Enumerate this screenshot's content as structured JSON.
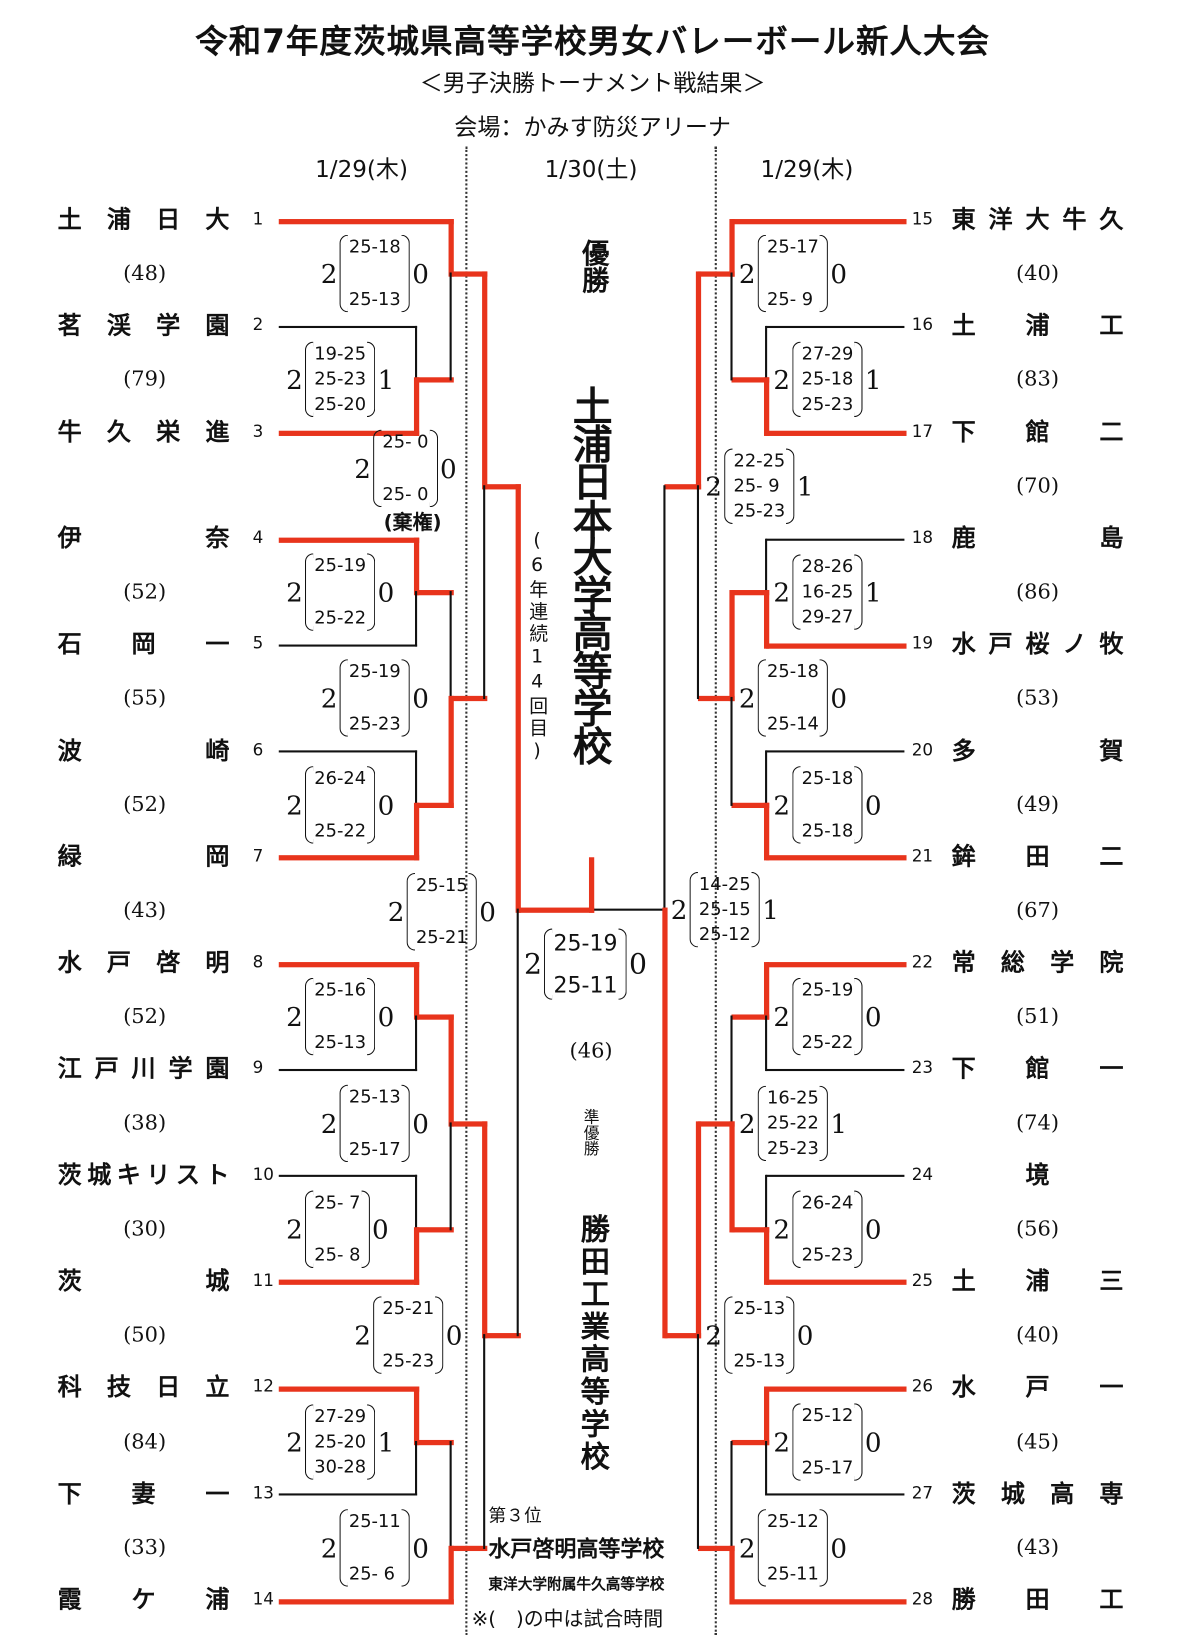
{
  "header": {
    "title": "令和7年度茨城県高等学校男女バレーボール新人大会",
    "subtitle": "＜男子決勝トーナメント戦結果＞",
    "venue": "会場：かみす防災アリーナ",
    "dates": [
      "1/29(木)",
      "1/30(土)",
      "1/29(木)"
    ]
  },
  "colors": {
    "winner_line": "#e8341c",
    "line": "#111111"
  },
  "left_teams": [
    {
      "seed": "1",
      "name": "土浦日大"
    },
    {
      "seed": "2",
      "name": "茗渓学園"
    },
    {
      "seed": "3",
      "name": "牛久栄進"
    },
    {
      "seed": "4",
      "name": "伊奈"
    },
    {
      "seed": "5",
      "name": "石岡一"
    },
    {
      "seed": "6",
      "name": "波崎"
    },
    {
      "seed": "7",
      "name": "緑岡"
    },
    {
      "seed": "8",
      "name": "水戸啓明"
    },
    {
      "seed": "9",
      "name": "江戸川学園"
    },
    {
      "seed": "10",
      "name": "茨城キリスト"
    },
    {
      "seed": "11",
      "name": "茨城"
    },
    {
      "seed": "12",
      "name": "科技日立"
    },
    {
      "seed": "13",
      "name": "下妻一"
    },
    {
      "seed": "14",
      "name": "霞ケ浦"
    }
  ],
  "right_teams": [
    {
      "seed": "15",
      "name": "東洋大牛久"
    },
    {
      "seed": "16",
      "name": "土浦工"
    },
    {
      "seed": "17",
      "name": "下館二"
    },
    {
      "seed": "18",
      "name": "鹿島"
    },
    {
      "seed": "19",
      "name": "水戸桜ノ牧"
    },
    {
      "seed": "20",
      "name": "多賀"
    },
    {
      "seed": "21",
      "name": "鉾田二"
    },
    {
      "seed": "22",
      "name": "常総学院"
    },
    {
      "seed": "23",
      "name": "下館一"
    },
    {
      "seed": "24",
      "name": "境"
    },
    {
      "seed": "25",
      "name": "土浦三"
    },
    {
      "seed": "26",
      "name": "水戸一"
    },
    {
      "seed": "27",
      "name": "茨城高専"
    },
    {
      "seed": "28",
      "name": "勝田工"
    }
  ],
  "left_times": [
    "(48)",
    "(79)",
    "(52)",
    "(55)",
    "(52)",
    "(43)",
    "(52)",
    "(38)",
    "(30)",
    "(50)",
    "(84)",
    "(33)"
  ],
  "right_times": [
    "(40)",
    "(83)",
    "(70)",
    "(86)",
    "(53)",
    "(49)",
    "(67)",
    "(51)",
    "(74)",
    "(56)",
    "(40)",
    "(45)",
    "(43)"
  ],
  "matches": [
    {
      "w": "2",
      "sets": [
        "25-18",
        "25-13"
      ],
      "l": "0"
    },
    {
      "w": "2",
      "sets": [
        "19-25",
        "25-23",
        "25-20"
      ],
      "l": "1"
    },
    {
      "w": "2",
      "sets": [
        "25- 0",
        "25- 0"
      ],
      "l": "0",
      "note": "(棄権)"
    },
    {
      "w": "2",
      "sets": [
        "25-19",
        "25-22"
      ],
      "l": "0"
    },
    {
      "w": "2",
      "sets": [
        "25-19",
        "25-23"
      ],
      "l": "0"
    },
    {
      "w": "2",
      "sets": [
        "26-24",
        "25-22"
      ],
      "l": "0"
    },
    {
      "w": "2",
      "sets": [
        "25-15",
        "25-21"
      ],
      "l": "0"
    },
    {
      "w": "2",
      "sets": [
        "25-16",
        "25-13"
      ],
      "l": "0"
    },
    {
      "w": "2",
      "sets": [
        "25-13",
        "25-17"
      ],
      "l": "0"
    },
    {
      "w": "2",
      "sets": [
        "25- 7",
        "25- 8"
      ],
      "l": "0"
    },
    {
      "w": "2",
      "sets": [
        "25-21",
        "25-23"
      ],
      "l": "0"
    },
    {
      "w": "2",
      "sets": [
        "27-29",
        "25-20",
        "30-28"
      ],
      "l": "1"
    },
    {
      "w": "2",
      "sets": [
        "25-11",
        "25- 6"
      ],
      "l": "0"
    },
    {
      "w": "2",
      "sets": [
        "25-17",
        "25- 9"
      ],
      "l": "0"
    },
    {
      "w": "2",
      "sets": [
        "27-29",
        "25-18",
        "25-23"
      ],
      "l": "1"
    },
    {
      "w": "2",
      "sets": [
        "22-25",
        "25- 9",
        "25-23"
      ],
      "l": "1"
    },
    {
      "w": "2",
      "sets": [
        "28-26",
        "16-25",
        "29-27"
      ],
      "l": "1"
    },
    {
      "w": "2",
      "sets": [
        "25-18",
        "25-14"
      ],
      "l": "0"
    },
    {
      "w": "2",
      "sets": [
        "25-18",
        "25-18"
      ],
      "l": "0"
    },
    {
      "w": "2",
      "sets": [
        "14-25",
        "25-15",
        "25-12"
      ],
      "l": "1"
    },
    {
      "w": "2",
      "sets": [
        "25-19",
        "25-22"
      ],
      "l": "0"
    },
    {
      "w": "2",
      "sets": [
        "16-25",
        "25-22",
        "25-23"
      ],
      "l": "1"
    },
    {
      "w": "2",
      "sets": [
        "26-24",
        "25-23"
      ],
      "l": "0"
    },
    {
      "w": "2",
      "sets": [
        "25-13",
        "25-13"
      ],
      "l": "0"
    },
    {
      "w": "2",
      "sets": [
        "25-12",
        "25-17"
      ],
      "l": "0"
    },
    {
      "w": "2",
      "sets": [
        "25-12",
        "25-11"
      ],
      "l": "0"
    }
  ],
  "final": {
    "w": "2",
    "sets": [
      "25-19",
      "25-11"
    ],
    "l": "0",
    "time": "(46)"
  },
  "center": {
    "champion_label": "優勝",
    "champion": "土浦日本大学高等学校",
    "champion_note": "(6年連続14回目)",
    "runner_up_label": "準優勝",
    "runner_up": "勝田工業高等学校",
    "third_label": "第３位",
    "third_1": "水戸啓明高等学校",
    "third_2": "東洋大学附属牛久高等学校",
    "footnote": "※(　)の中は試合時間"
  }
}
